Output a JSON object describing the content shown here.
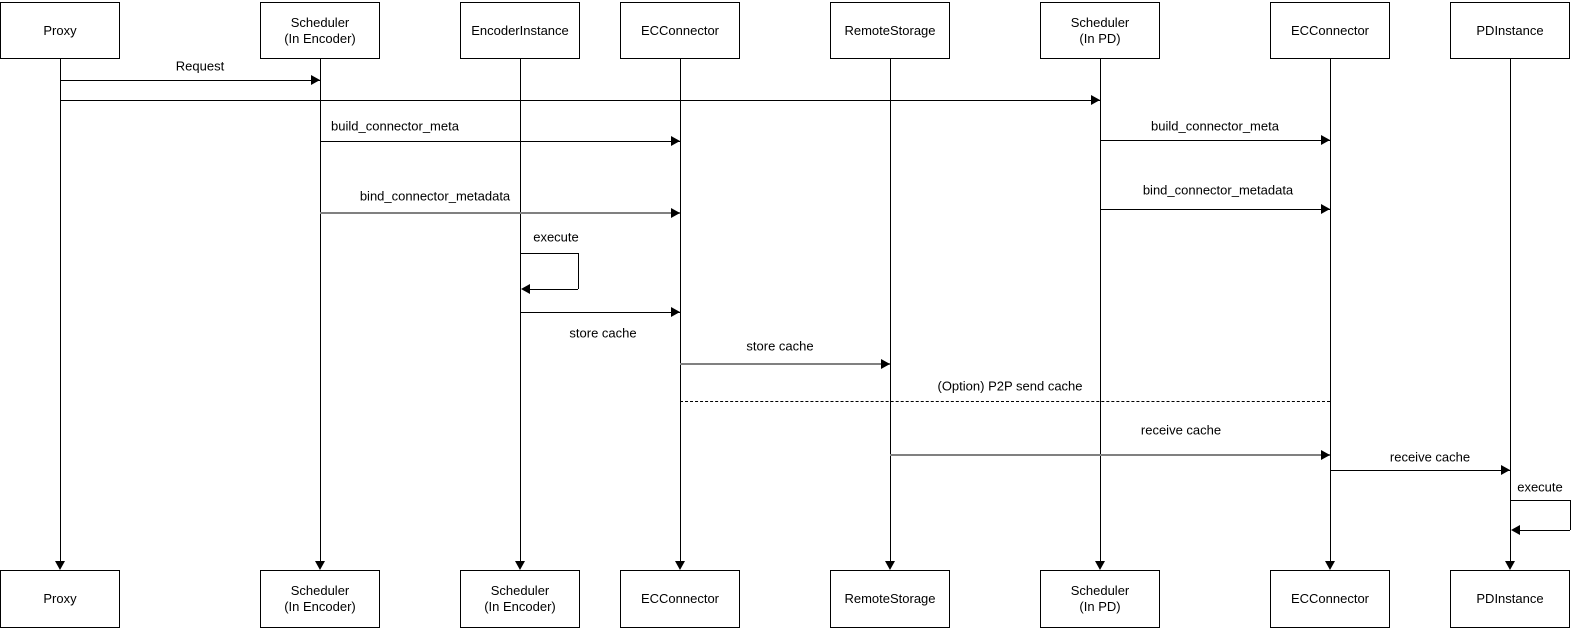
{
  "diagram_type": "uml-sequence-diagram",
  "colors": {
    "background": "#ffffff",
    "stroke": "#000000",
    "muted_stroke": "#808080",
    "text": "#000000"
  },
  "participants": [
    {
      "top_label": "Proxy",
      "bottom_label": "Proxy"
    },
    {
      "top_label": "Scheduler\n(In Encoder)",
      "bottom_label": "Scheduler\n(In Encoder)"
    },
    {
      "top_label": "EncoderInstance",
      "bottom_label": "Scheduler\n(In Encoder)"
    },
    {
      "top_label": "ECConnector",
      "bottom_label": "ECConnector"
    },
    {
      "top_label": "RemoteStorage",
      "bottom_label": "RemoteStorage"
    },
    {
      "top_label": "Scheduler\n(In PD)",
      "bottom_label": "Scheduler\n(In PD)"
    },
    {
      "top_label": "ECConnector",
      "bottom_label": "ECConnector"
    },
    {
      "top_label": "PDInstance",
      "bottom_label": "PDInstance"
    }
  ],
  "messages": [
    {
      "label": "Request",
      "from": "Proxy",
      "to": "Scheduler (In Encoder)",
      "style": "solid"
    },
    {
      "label": "",
      "from": "Proxy",
      "to": "Scheduler (In PD)",
      "style": "solid"
    },
    {
      "label": "build_connector_meta",
      "from": "Scheduler (In Encoder)",
      "to": "ECConnector (encoder)",
      "style": "solid"
    },
    {
      "label": "build_connector_meta",
      "from": "Scheduler (In PD)",
      "to": "ECConnector (pd)",
      "style": "solid"
    },
    {
      "label": "bind_connector_metadata",
      "from": "Scheduler (In Encoder)",
      "to": "ECConnector (encoder)",
      "style": "solid"
    },
    {
      "label": "bind_connector_metadata",
      "from": "Scheduler (In PD)",
      "to": "ECConnector (pd)",
      "style": "solid"
    },
    {
      "label": "execute",
      "from": "EncoderInstance",
      "to": "EncoderInstance",
      "style": "self"
    },
    {
      "label": "store cache",
      "from": "EncoderInstance",
      "to": "ECConnector (encoder)",
      "style": "solid"
    },
    {
      "label": "store cache",
      "from": "ECConnector (encoder)",
      "to": "RemoteStorage",
      "style": "solid"
    },
    {
      "label": "(Option) P2P send cache",
      "from": "ECConnector (encoder)",
      "to": "ECConnector (pd)",
      "style": "dashed"
    },
    {
      "label": "receive cache",
      "from": "RemoteStorage",
      "to": "ECConnector (pd)",
      "style": "solid"
    },
    {
      "label": "receive cache",
      "from": "ECConnector (pd)",
      "to": "PDInstance",
      "style": "solid"
    },
    {
      "label": "execute",
      "from": "PDInstance",
      "to": "PDInstance",
      "style": "self"
    }
  ]
}
